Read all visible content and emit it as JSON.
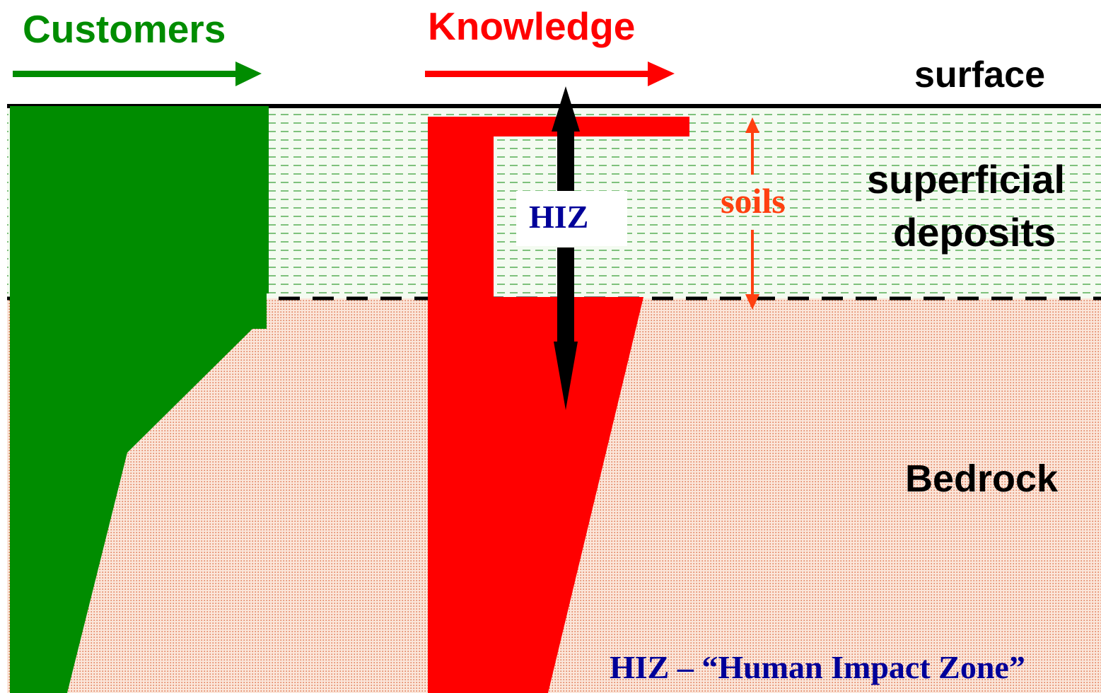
{
  "labels": {
    "customers": "Customers",
    "knowledge": "Knowledge",
    "surface": "surface",
    "superficial_line1": "superficial",
    "superficial_line2": "deposits",
    "soils": "soils",
    "hiz": "HIZ",
    "bedrock": "Bedrock",
    "footnote": "HIZ – “Human Impact Zone”"
  },
  "colors": {
    "customers_green": "#008c00",
    "knowledge_red": "#ff0000",
    "soils_orange": "#ff4010",
    "navy": "#000099",
    "black": "#000000",
    "deposits_green": "#2e9a2e",
    "deposits_bg": "#f4fbf1",
    "bedrock_dot": "#e07a55",
    "bedrock_bg": "#fbe6da"
  }
}
